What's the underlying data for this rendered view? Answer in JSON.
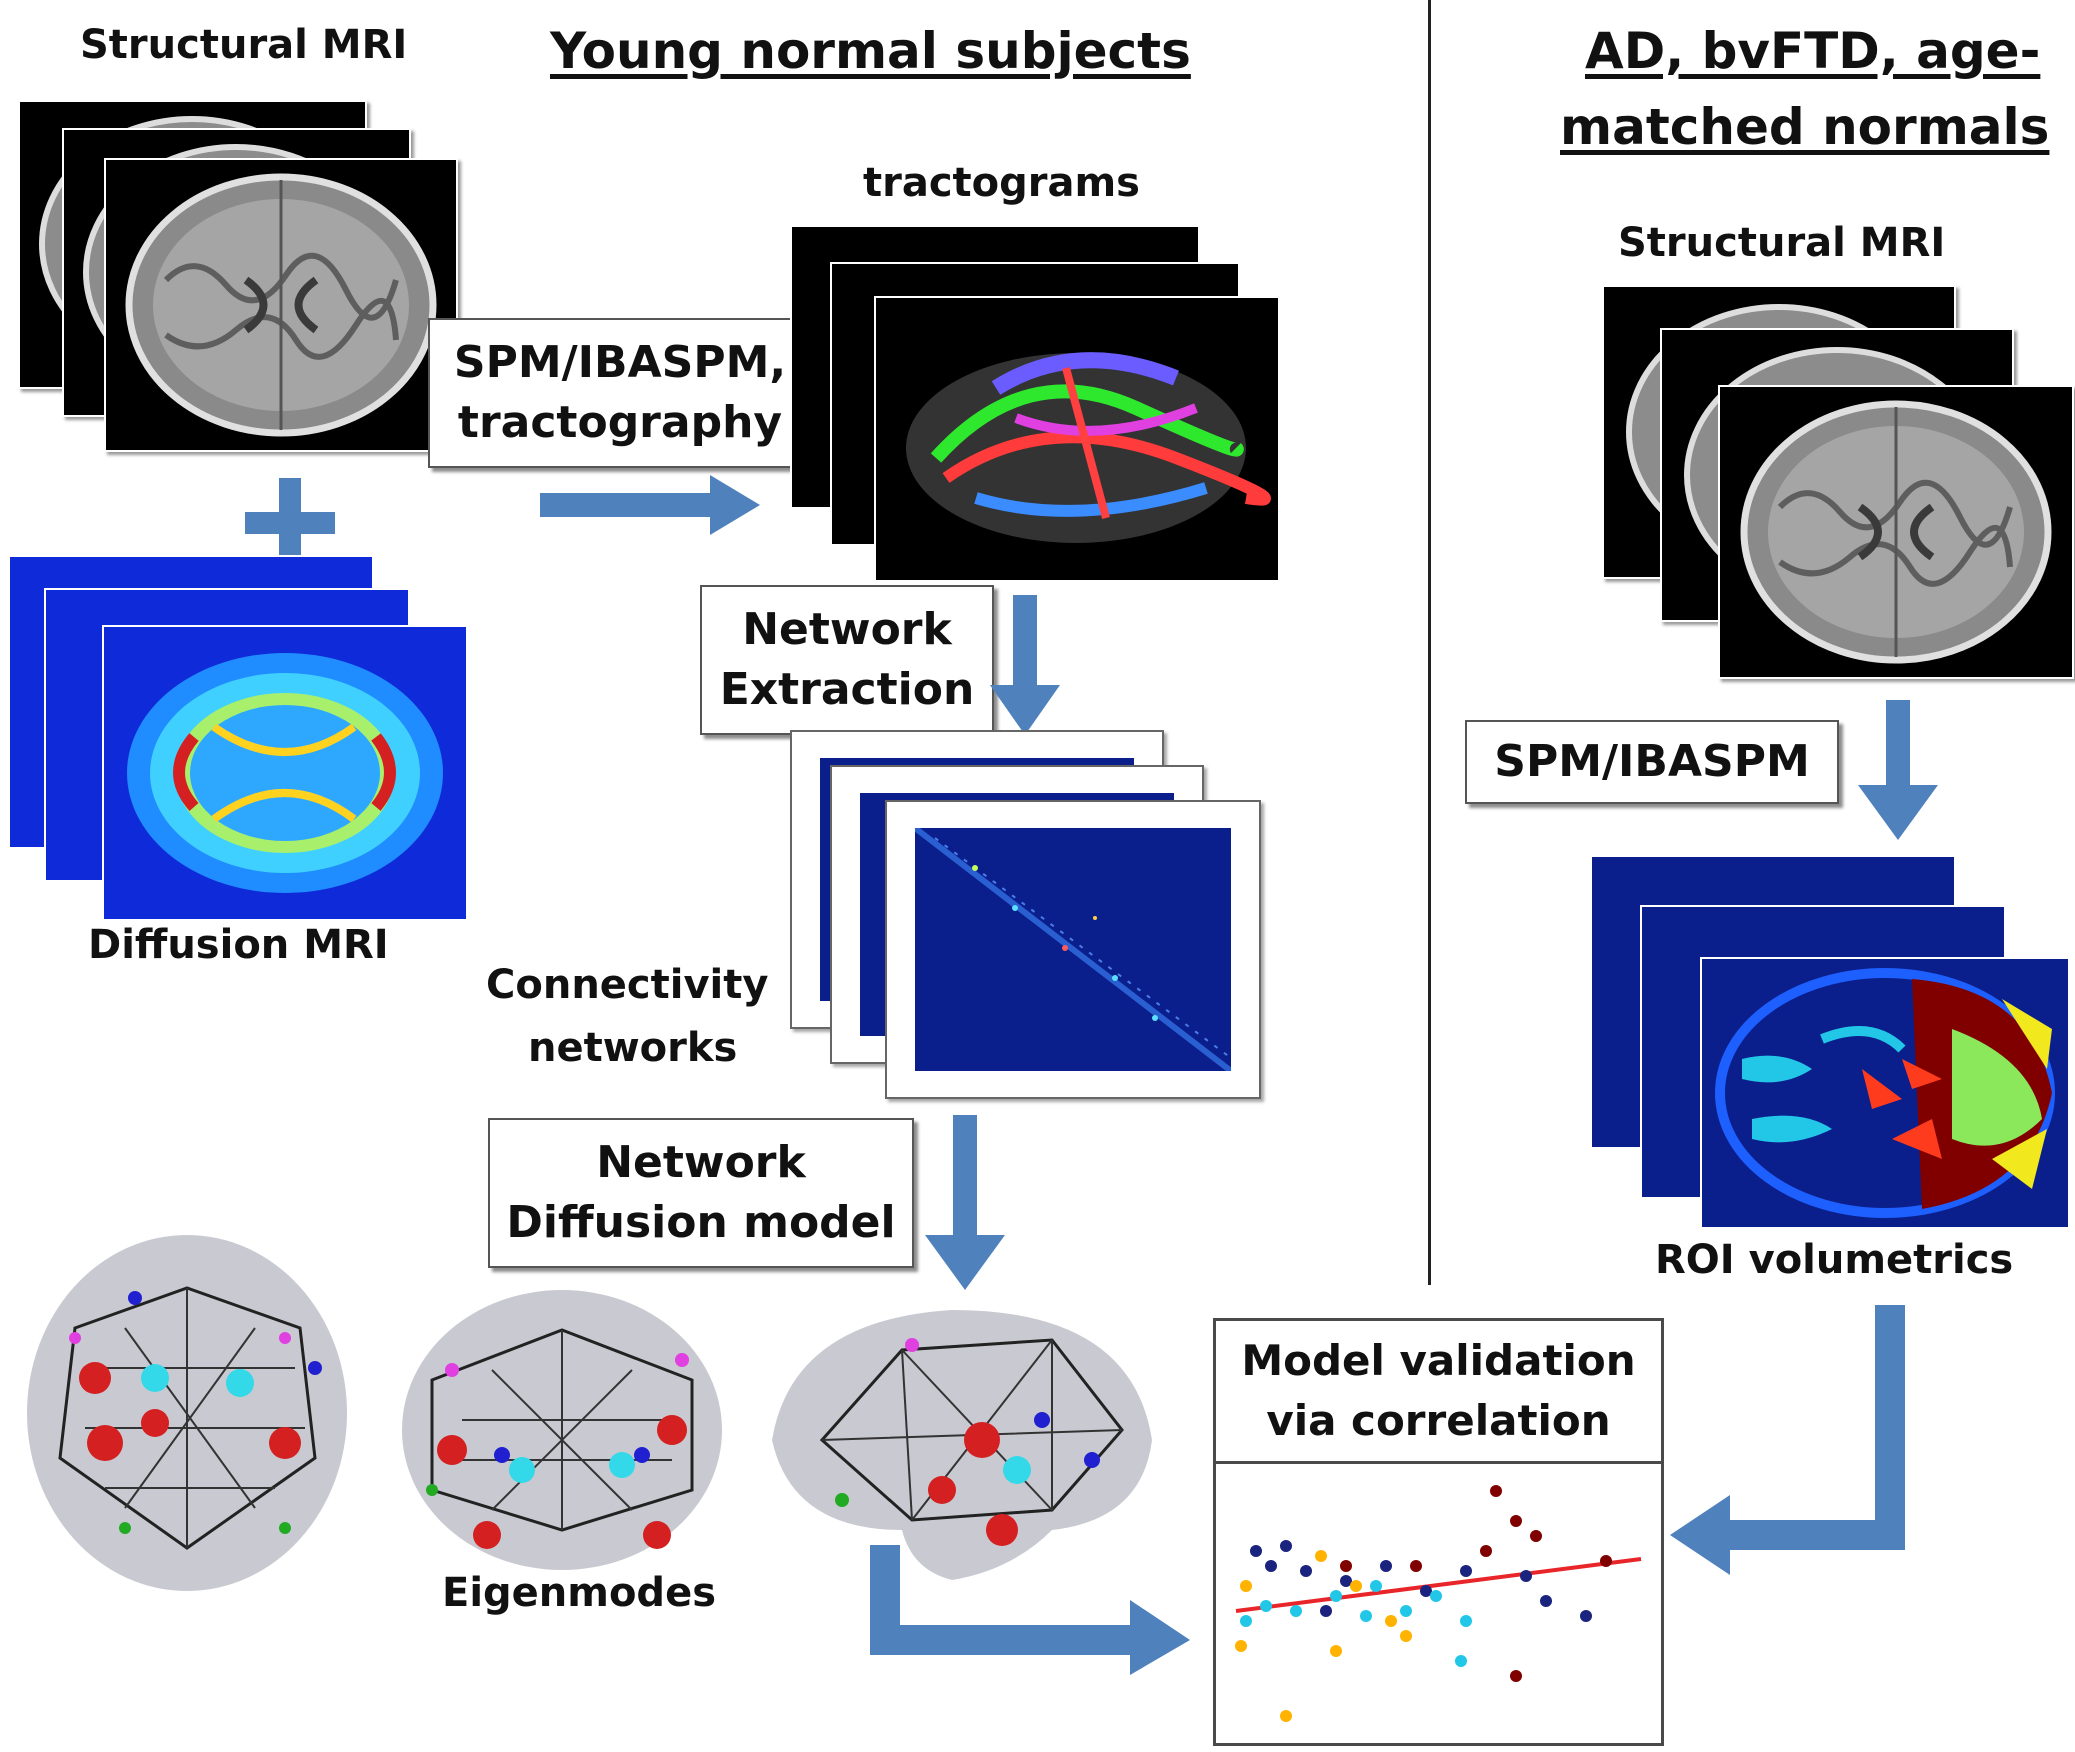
{
  "headings": {
    "young": "Young normal subjects",
    "patients_line1": "AD, bvFTD, age-",
    "patients_line2": "matched normals"
  },
  "labels": {
    "structural_mri_left": "Structural MRI",
    "structural_mri_right": "Structural MRI",
    "tractograms": "tractograms",
    "diffusion_mri": "Diffusion MRI",
    "connectivity_line1": "Connectivity",
    "connectivity_line2": "networks",
    "eigenmodes": "Eigenmodes",
    "roi_volumetrics": "ROI volumetrics"
  },
  "boxes": {
    "spm_tract_line1": "SPM/IBASPM,",
    "spm_tract_line2": "tractography",
    "network_extraction_line1": "Network",
    "network_extraction_line2": "Extraction",
    "network_diffusion_line1": "Network",
    "network_diffusion_line2": "Diffusion model",
    "spm_right": "SPM/IBASPM",
    "model_validation_line1": "Model validation",
    "model_validation_line2": "via correlation"
  },
  "colors": {
    "arrow": "#4f81bd",
    "fit_line": "#e8262a",
    "matrix_bg": "#0a1f8c",
    "scatter_navy": "#1a237e",
    "scatter_maroon": "#800000",
    "scatter_cyan": "#22c7e8",
    "scatter_orange": "#ffb300"
  }
}
